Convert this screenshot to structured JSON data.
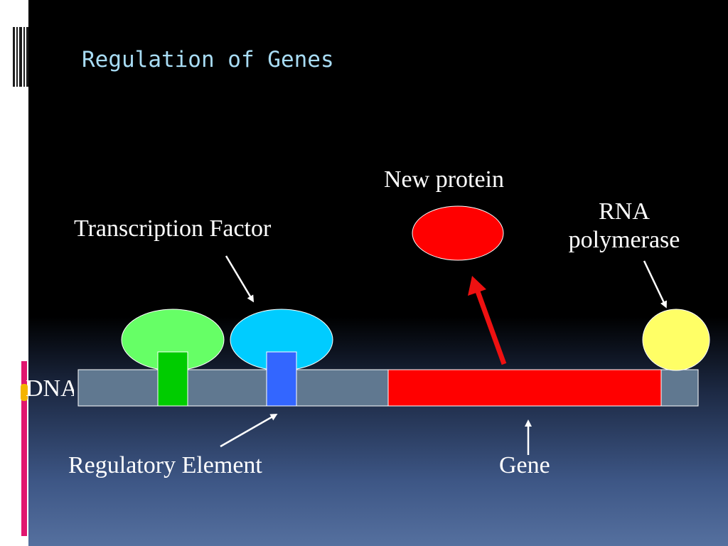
{
  "slide": {
    "title": "Regulation of Genes"
  },
  "labels": {
    "new_protein": "New protein",
    "rna_polymerase_line1": "RNA",
    "rna_polymerase_line2": "polymerase",
    "transcription_factor": "Transcription Factor",
    "dna": "DNA",
    "regulatory_element": "Regulatory Element",
    "gene": "Gene"
  },
  "colors": {
    "title": "#a8dcf4",
    "dna_strand": "#607890",
    "gene": "#ff0000",
    "new_protein": "#ff0000",
    "transcription_factor_green": "#66ff66",
    "transcription_factor_cyan": "#00ccff",
    "regulatory_element_green": "#00cc00",
    "regulatory_element_blue": "#3366ff",
    "rna_polymerase": "#ffff66",
    "arrow_red": "#ee1111",
    "arrow_white": "#ffffff"
  }
}
